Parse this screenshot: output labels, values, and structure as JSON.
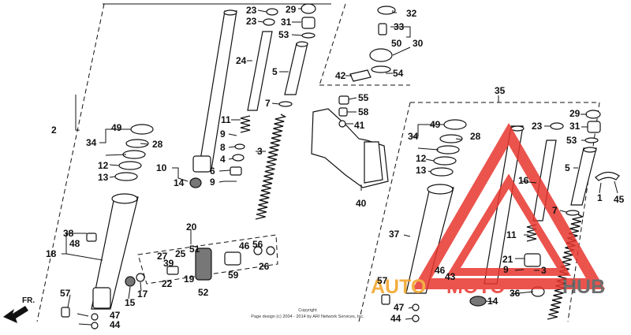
{
  "diagram": {
    "labels": [
      {
        "id": "p23a",
        "text": "23"
      },
      {
        "id": "p29a",
        "text": "29"
      },
      {
        "id": "p23b",
        "text": "23"
      },
      {
        "id": "p31a",
        "text": "31"
      },
      {
        "id": "p53a",
        "text": "53"
      },
      {
        "id": "p24",
        "text": "24"
      },
      {
        "id": "p5a",
        "text": "5"
      },
      {
        "id": "p7a",
        "text": "7"
      },
      {
        "id": "p11a",
        "text": "11"
      },
      {
        "id": "p9a",
        "text": "9"
      },
      {
        "id": "p8",
        "text": "8"
      },
      {
        "id": "p3a",
        "text": "3"
      },
      {
        "id": "p4",
        "text": "4"
      },
      {
        "id": "p6",
        "text": "6"
      },
      {
        "id": "p9b",
        "text": "9"
      },
      {
        "id": "p10",
        "text": "10"
      },
      {
        "id": "p14a",
        "text": "14"
      },
      {
        "id": "p2",
        "text": "2"
      },
      {
        "id": "p49a",
        "text": "49"
      },
      {
        "id": "p34a",
        "text": "34"
      },
      {
        "id": "p28a",
        "text": "28"
      },
      {
        "id": "p12a",
        "text": "12"
      },
      {
        "id": "p13a",
        "text": "13"
      },
      {
        "id": "p38",
        "text": "38"
      },
      {
        "id": "p48",
        "text": "48"
      },
      {
        "id": "p18",
        "text": "18"
      },
      {
        "id": "p20",
        "text": "20"
      },
      {
        "id": "p27",
        "text": "27"
      },
      {
        "id": "p39",
        "text": "39"
      },
      {
        "id": "p25",
        "text": "25"
      },
      {
        "id": "p51",
        "text": "51"
      },
      {
        "id": "p22",
        "text": "22"
      },
      {
        "id": "p19",
        "text": "19"
      },
      {
        "id": "p46a",
        "text": "46"
      },
      {
        "id": "p56",
        "text": "56"
      },
      {
        "id": "p59",
        "text": "59"
      },
      {
        "id": "p26",
        "text": "26"
      },
      {
        "id": "p52",
        "text": "52"
      },
      {
        "id": "p17",
        "text": "17"
      },
      {
        "id": "p15",
        "text": "15"
      },
      {
        "id": "p57a",
        "text": "57"
      },
      {
        "id": "p47a",
        "text": "47"
      },
      {
        "id": "p44a",
        "text": "44"
      },
      {
        "id": "p32",
        "text": "32"
      },
      {
        "id": "p33",
        "text": "33"
      },
      {
        "id": "p50",
        "text": "50"
      },
      {
        "id": "p30",
        "text": "30"
      },
      {
        "id": "p42",
        "text": "42"
      },
      {
        "id": "p54",
        "text": "54"
      },
      {
        "id": "p55",
        "text": "55"
      },
      {
        "id": "p58",
        "text": "58"
      },
      {
        "id": "p41",
        "text": "41"
      },
      {
        "id": "p40",
        "text": "40"
      },
      {
        "id": "p35",
        "text": "35"
      },
      {
        "id": "p29b",
        "text": "29"
      },
      {
        "id": "p23c",
        "text": "23"
      },
      {
        "id": "p31b",
        "text": "31"
      },
      {
        "id": "p53b",
        "text": "53"
      },
      {
        "id": "p5b",
        "text": "5"
      },
      {
        "id": "p1",
        "text": "1"
      },
      {
        "id": "p45",
        "text": "45"
      },
      {
        "id": "p49b",
        "text": "49"
      },
      {
        "id": "p34b",
        "text": "34"
      },
      {
        "id": "p28b",
        "text": "28"
      },
      {
        "id": "p12b",
        "text": "12"
      },
      {
        "id": "p13b",
        "text": "13"
      },
      {
        "id": "p16",
        "text": "16"
      },
      {
        "id": "p7b",
        "text": "7"
      },
      {
        "id": "p37",
        "text": "37"
      },
      {
        "id": "p11b",
        "text": "11"
      },
      {
        "id": "p21",
        "text": "21"
      },
      {
        "id": "p9c",
        "text": "9"
      },
      {
        "id": "p3b",
        "text": "3"
      },
      {
        "id": "p46b",
        "text": "46"
      },
      {
        "id": "p43",
        "text": "43"
      },
      {
        "id": "p57b",
        "text": "57"
      },
      {
        "id": "p36",
        "text": "36"
      },
      {
        "id": "p14b",
        "text": "14"
      },
      {
        "id": "p47b",
        "text": "47"
      },
      {
        "id": "p44b",
        "text": "44"
      }
    ],
    "front_arrow_label": "FR.",
    "copyright_line1": "Copyright",
    "copyright_line2": "Page design (c) 2004 - 2014 by ARI Network Services, Inc.",
    "watermark": {
      "text_a": "AUTO",
      "text_b": "MOTO",
      "text_c": "HUB",
      "color_red": "#e8362f",
      "color_orange": "#f2a223",
      "color_gray": "#555555"
    }
  }
}
